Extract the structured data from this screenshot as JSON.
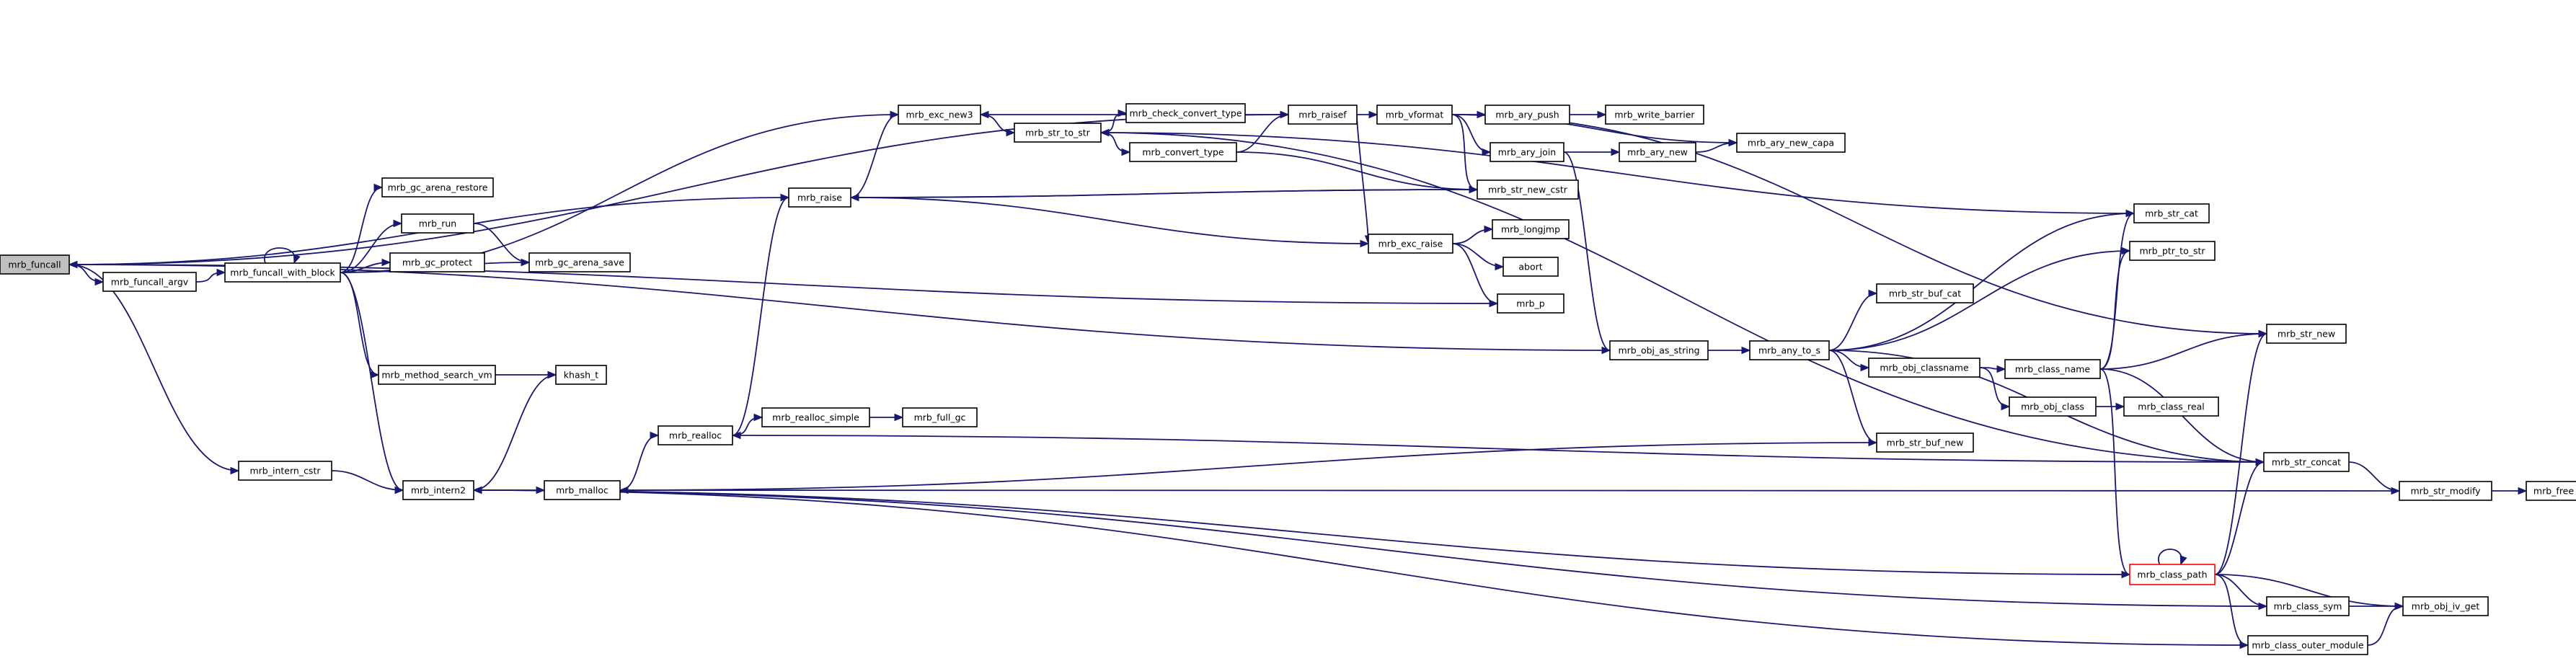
{
  "diagram": {
    "colors": {
      "edge": "#191970",
      "node_border": "#000000",
      "root_fill": "#bfbfbf",
      "highlight_border": "#ff0000",
      "background": "#ffffff"
    },
    "nodes": [
      {
        "id": "funcall",
        "label": "mrb_funcall",
        "style": "root"
      },
      {
        "id": "funcall_argv",
        "label": "mrb_funcall_argv"
      },
      {
        "id": "funcall_with_block",
        "label": "mrb_funcall_with_block"
      },
      {
        "id": "gc_arena_restore",
        "label": "mrb_gc_arena_restore"
      },
      {
        "id": "run",
        "label": "mrb_run"
      },
      {
        "id": "gc_protect",
        "label": "mrb_gc_protect"
      },
      {
        "id": "gc_arena_save",
        "label": "mrb_gc_arena_save"
      },
      {
        "id": "method_search_vm",
        "label": "mrb_method_search_vm"
      },
      {
        "id": "khash_t",
        "label": "khash_t"
      },
      {
        "id": "intern_cstr",
        "label": "mrb_intern_cstr"
      },
      {
        "id": "intern2",
        "label": "mrb_intern2"
      },
      {
        "id": "malloc",
        "label": "mrb_malloc"
      },
      {
        "id": "realloc",
        "label": "mrb_realloc"
      },
      {
        "id": "realloc_simple",
        "label": "mrb_realloc_simple"
      },
      {
        "id": "full_gc",
        "label": "mrb_full_gc"
      },
      {
        "id": "raise",
        "label": "mrb_raise"
      },
      {
        "id": "exc_new3",
        "label": "mrb_exc_new3"
      },
      {
        "id": "str_to_str",
        "label": "mrb_str_to_str"
      },
      {
        "id": "check_convert_type",
        "label": "mrb_check_convert_type"
      },
      {
        "id": "convert_type",
        "label": "mrb_convert_type"
      },
      {
        "id": "raisef",
        "label": "mrb_raisef"
      },
      {
        "id": "vformat",
        "label": "mrb_vformat"
      },
      {
        "id": "ary_push",
        "label": "mrb_ary_push"
      },
      {
        "id": "write_barrier",
        "label": "mrb_write_barrier"
      },
      {
        "id": "ary_join",
        "label": "mrb_ary_join"
      },
      {
        "id": "ary_new",
        "label": "mrb_ary_new"
      },
      {
        "id": "ary_new_capa",
        "label": "mrb_ary_new_capa"
      },
      {
        "id": "str_new_cstr",
        "label": "mrb_str_new_cstr"
      },
      {
        "id": "exc_raise",
        "label": "mrb_exc_raise"
      },
      {
        "id": "longjmp",
        "label": "mrb_longjmp"
      },
      {
        "id": "abort",
        "label": "abort"
      },
      {
        "id": "p",
        "label": "mrb_p"
      },
      {
        "id": "obj_as_string",
        "label": "mrb_obj_as_string"
      },
      {
        "id": "any_to_s",
        "label": "mrb_any_to_s"
      },
      {
        "id": "str_buf_cat",
        "label": "mrb_str_buf_cat"
      },
      {
        "id": "obj_classname",
        "label": "mrb_obj_classname"
      },
      {
        "id": "str_buf_new",
        "label": "mrb_str_buf_new"
      },
      {
        "id": "str_cat",
        "label": "mrb_str_cat"
      },
      {
        "id": "ptr_to_str",
        "label": "mrb_ptr_to_str"
      },
      {
        "id": "class_name",
        "label": "mrb_class_name"
      },
      {
        "id": "obj_class",
        "label": "mrb_obj_class"
      },
      {
        "id": "class_real",
        "label": "mrb_class_real"
      },
      {
        "id": "str_new",
        "label": "mrb_str_new"
      },
      {
        "id": "str_concat",
        "label": "mrb_str_concat"
      },
      {
        "id": "str_modify",
        "label": "mrb_str_modify"
      },
      {
        "id": "free",
        "label": "mrb_free"
      },
      {
        "id": "class_path",
        "label": "mrb_class_path",
        "style": "red"
      },
      {
        "id": "class_sym",
        "label": "mrb_class_sym"
      },
      {
        "id": "obj_iv_get",
        "label": "mrb_obj_iv_get"
      },
      {
        "id": "class_outer_module",
        "label": "mrb_class_outer_module"
      }
    ],
    "edges": [
      [
        "funcall",
        "funcall_argv"
      ],
      [
        "funcall",
        "intern_cstr"
      ],
      [
        "funcall",
        "raise"
      ],
      [
        "funcall",
        "raisef"
      ],
      [
        "funcall_argv",
        "funcall_with_block"
      ],
      [
        "funcall_with_block",
        "funcall_with_block"
      ],
      [
        "funcall_with_block",
        "gc_arena_restore"
      ],
      [
        "funcall_with_block",
        "run"
      ],
      [
        "funcall_with_block",
        "gc_protect"
      ],
      [
        "funcall_with_block",
        "gc_arena_save"
      ],
      [
        "funcall_with_block",
        "method_search_vm"
      ],
      [
        "funcall_with_block",
        "intern2"
      ],
      [
        "funcall_with_block",
        "exc_new3"
      ],
      [
        "run",
        "gc_arena_save"
      ],
      [
        "method_search_vm",
        "khash_t"
      ],
      [
        "intern_cstr",
        "intern2"
      ],
      [
        "intern2",
        "khash_t"
      ],
      [
        "intern2",
        "malloc"
      ],
      [
        "malloc",
        "realloc"
      ],
      [
        "realloc",
        "realloc_simple"
      ],
      [
        "realloc",
        "raise"
      ],
      [
        "realloc_simple",
        "full_gc"
      ],
      [
        "raise",
        "exc_new3"
      ],
      [
        "raise",
        "exc_raise"
      ],
      [
        "raise",
        "str_new_cstr"
      ],
      [
        "exc_new3",
        "str_to_str"
      ],
      [
        "str_to_str",
        "check_convert_type"
      ],
      [
        "str_to_str",
        "convert_type"
      ],
      [
        "convert_type",
        "raisef"
      ],
      [
        "convert_type",
        "str_new_cstr"
      ],
      [
        "raisef",
        "exc_new3"
      ],
      [
        "raisef",
        "vformat"
      ],
      [
        "raisef",
        "exc_raise"
      ],
      [
        "vformat",
        "ary_push"
      ],
      [
        "vformat",
        "ary_join"
      ],
      [
        "vformat",
        "ary_new_capa"
      ],
      [
        "vformat",
        "str_new_cstr"
      ],
      [
        "vformat",
        "str_new"
      ],
      [
        "ary_push",
        "write_barrier"
      ],
      [
        "ary_join",
        "ary_new"
      ],
      [
        "ary_join",
        "obj_as_string"
      ],
      [
        "ary_new",
        "ary_new_capa"
      ],
      [
        "str_new_cstr",
        "raise"
      ],
      [
        "exc_raise",
        "longjmp"
      ],
      [
        "exc_raise",
        "abort"
      ],
      [
        "exc_raise",
        "p"
      ],
      [
        "p",
        "funcall"
      ],
      [
        "obj_as_string",
        "any_to_s"
      ],
      [
        "obj_as_string",
        "funcall"
      ],
      [
        "any_to_s",
        "str_buf_cat"
      ],
      [
        "any_to_s",
        "obj_classname"
      ],
      [
        "any_to_s",
        "str_buf_new"
      ],
      [
        "any_to_s",
        "str_cat"
      ],
      [
        "any_to_s",
        "ptr_to_str"
      ],
      [
        "any_to_s",
        "str_concat"
      ],
      [
        "obj_classname",
        "class_name"
      ],
      [
        "obj_classname",
        "obj_class"
      ],
      [
        "class_name",
        "str_cat"
      ],
      [
        "class_name",
        "ptr_to_str"
      ],
      [
        "class_name",
        "str_new"
      ],
      [
        "class_name",
        "str_concat"
      ],
      [
        "class_name",
        "class_path"
      ],
      [
        "obj_class",
        "class_real"
      ],
      [
        "str_buf_new",
        "malloc"
      ],
      [
        "str_cat",
        "str_to_str"
      ],
      [
        "str_concat",
        "str_modify"
      ],
      [
        "str_concat",
        "str_to_str"
      ],
      [
        "str_concat",
        "realloc"
      ],
      [
        "str_modify",
        "free"
      ],
      [
        "str_modify",
        "malloc"
      ],
      [
        "class_path",
        "class_path"
      ],
      [
        "class_path",
        "str_new"
      ],
      [
        "class_path",
        "str_concat"
      ],
      [
        "class_path",
        "class_sym"
      ],
      [
        "class_path",
        "obj_iv_get"
      ],
      [
        "class_path",
        "class_outer_module"
      ],
      [
        "class_path",
        "intern2"
      ],
      [
        "class_sym",
        "obj_iv_get"
      ],
      [
        "class_sym",
        "intern2"
      ],
      [
        "class_outer_module",
        "obj_iv_get"
      ],
      [
        "class_outer_module",
        "intern2"
      ]
    ]
  }
}
